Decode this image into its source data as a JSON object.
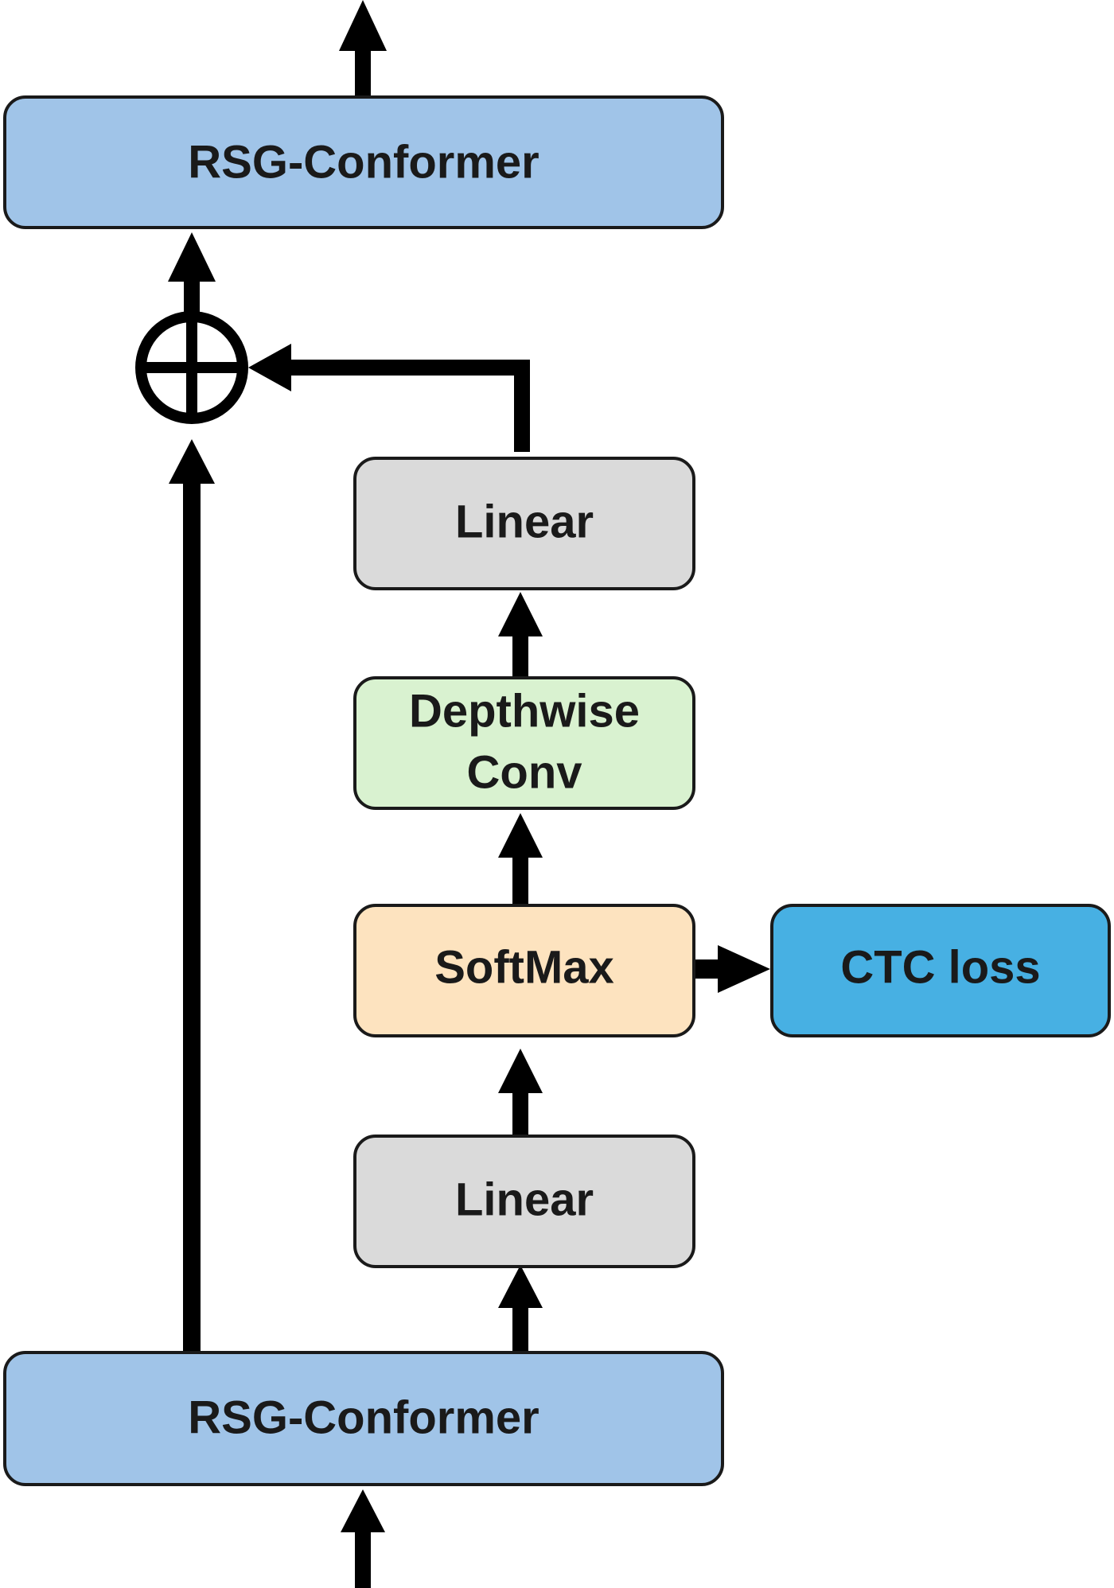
{
  "diagram": {
    "nodes": {
      "conformer_top": {
        "label": "RSG-Conformer",
        "color": "#a0c4e8"
      },
      "conformer_bottom": {
        "label": "RSG-Conformer",
        "color": "#a0c4e8"
      },
      "linear_top": {
        "label": "Linear",
        "color": "#dadada"
      },
      "depthwise": {
        "label_line1": "Depthwise",
        "label_line2": "Conv",
        "color": "#d9f2d0"
      },
      "softmax": {
        "label": "SoftMax",
        "color": "#fde3bf"
      },
      "linear_bottom": {
        "label": "Linear",
        "color": "#dadada"
      },
      "ctc_loss": {
        "label": "CTC loss",
        "color": "#47b0e3"
      }
    },
    "sum_node": {
      "symbol": "plus-in-circle"
    },
    "edges": [
      {
        "from": "input",
        "to": "conformer_bottom"
      },
      {
        "from": "conformer_bottom",
        "to": "sum_node"
      },
      {
        "from": "conformer_bottom",
        "to": "linear_bottom"
      },
      {
        "from": "linear_bottom",
        "to": "softmax"
      },
      {
        "from": "softmax",
        "to": "depthwise"
      },
      {
        "from": "softmax",
        "to": "ctc_loss"
      },
      {
        "from": "depthwise",
        "to": "linear_top"
      },
      {
        "from": "linear_top",
        "to": "sum_node"
      },
      {
        "from": "sum_node",
        "to": "conformer_top"
      },
      {
        "from": "conformer_top",
        "to": "output"
      }
    ]
  }
}
